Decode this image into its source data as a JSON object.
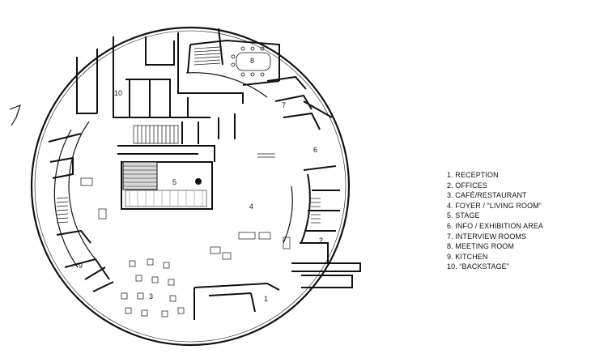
{
  "rooms": [
    {
      "number": "1",
      "label": "RECEPTION"
    },
    {
      "number": "2",
      "label": "OFFICES"
    },
    {
      "number": "3",
      "label": "CAFÉ/RESTAURANT"
    },
    {
      "number": "4",
      "label": "FOYER / “LIVING ROOM”"
    },
    {
      "number": "5",
      "label": "STAGE"
    },
    {
      "number": "6",
      "label": "INFO / EXHIBITION AREA"
    },
    {
      "number": "7",
      "label": "INTERVIEW ROOMS"
    },
    {
      "number": "8",
      "label": "MEETING ROOM"
    },
    {
      "number": "9",
      "label": "KITCHEN"
    },
    {
      "number": "10",
      "label": "“BACKSTAGE”"
    }
  ],
  "legend": [
    "1. RECEPTION",
    "2. OFFICES",
    "3. CAFÉ/RESTAURANT",
    "4. FOYER / “LIVING ROOM”",
    "5. STAGE",
    "6. INFO / EXHIBITION AREA",
    "7. INTERVIEW ROOMS",
    "8. MEETING ROOM",
    "9. KITCHEN",
    "10. “BACKSTAGE”"
  ]
}
